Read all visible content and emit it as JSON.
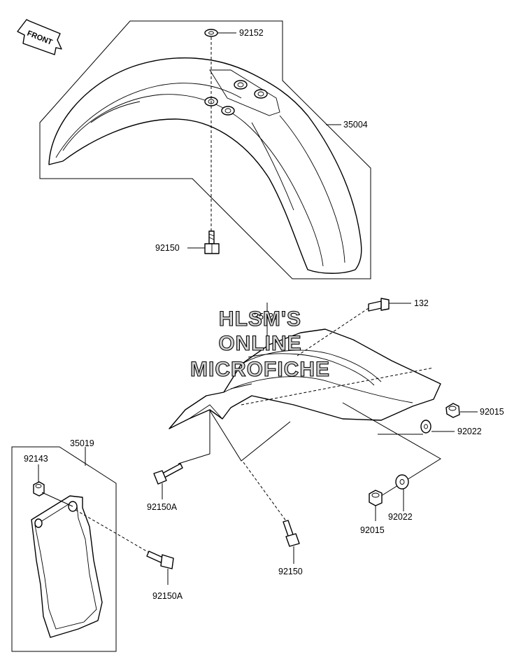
{
  "front_badge": {
    "text": "FRONT"
  },
  "watermark": {
    "line1": "HLSM'S",
    "line2": "ONLINE",
    "line3": "MICROFICHE"
  },
  "parts": {
    "p92152": "92152",
    "p35004": "35004",
    "p92150_top": "92150",
    "p132": "132",
    "p35023": "35023",
    "p92015_right": "92015",
    "p92022_right": "92022",
    "p92022_low": "92022",
    "p92015_low": "92015",
    "p92150_bottom": "92150",
    "p92150A_mid": "92150A",
    "p35019": "35019",
    "p92143": "92143",
    "p92150A_low": "92150A"
  }
}
